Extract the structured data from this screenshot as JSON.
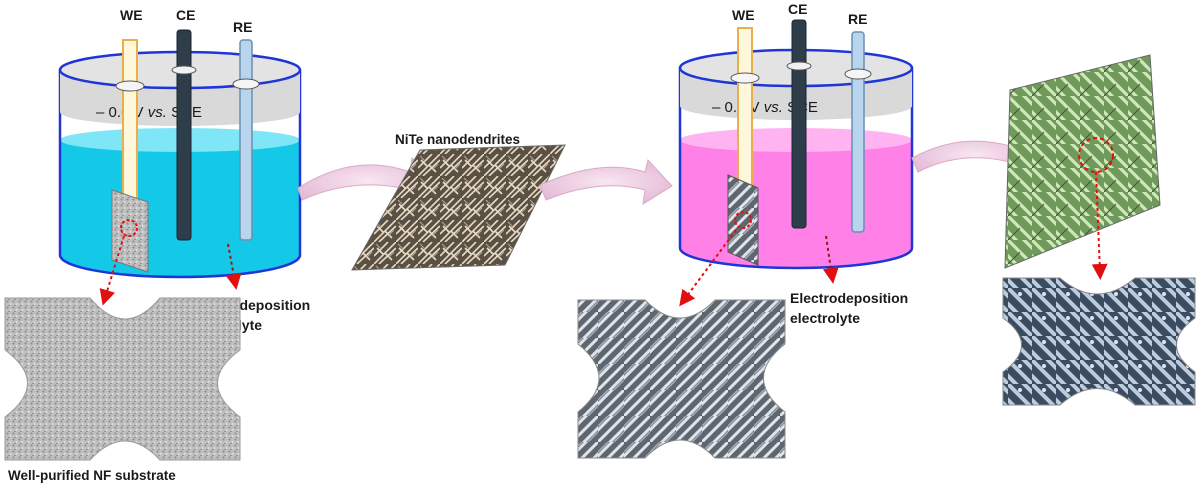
{
  "cell1": {
    "electrodes": {
      "we": "WE",
      "ce": "CE",
      "re": "RE"
    },
    "potential_value": "– 0.6 V",
    "potential_vs": "vs.",
    "potential_ref": "SCE",
    "electrolyte_line1": "Electrodeposition",
    "electrolyte_line2": "electrolyte",
    "electrolyte_color": "#14c8e8"
  },
  "cell2": {
    "electrodes": {
      "we": "WE",
      "ce": "CE",
      "re": "RE"
    },
    "potential_value": "– 0.8 V",
    "potential_vs": "vs.",
    "potential_ref": "SCE",
    "electrolyte_line1": "Electrodeposition",
    "electrolyte_line2": "electrolyte",
    "electrolyte_color": "#ff80e6"
  },
  "substrate_caption": "Well-purified  NF substrate",
  "nanodendrites_label": "NiTe nanodendrites",
  "colors": {
    "cell_outline": "#1f35d6",
    "lid": "#d9d9d9",
    "pointer_arrow": "#e01010",
    "flow_arrow": "#f3d4e8"
  }
}
